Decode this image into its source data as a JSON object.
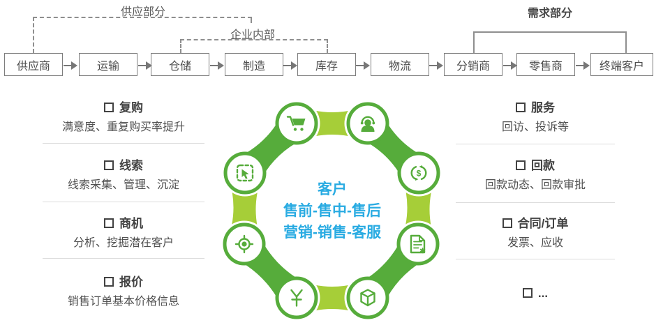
{
  "colors": {
    "dark_green": "#56ac3b",
    "light_green": "#a6ce38",
    "center_blue": "#29abe2"
  },
  "flow": {
    "supply_label": "供应部分",
    "internal_label": "企业内部",
    "demand_label": "需求部分",
    "steps": [
      "供应商",
      "运输",
      "仓储",
      "制造",
      "库存",
      "物流",
      "分销商",
      "零售商",
      "终端客户"
    ]
  },
  "left_features": [
    {
      "title": "复购",
      "desc": "满意度、重复购买率提升"
    },
    {
      "title": "线索",
      "desc": "线索采集、管理、沉淀"
    },
    {
      "title": "商机",
      "desc": "分析、挖掘潜在客户"
    },
    {
      "title": "报价",
      "desc": "销售订单基本价格信息"
    }
  ],
  "right_features": [
    {
      "title": "服务",
      "desc": "回访、投诉等"
    },
    {
      "title": "回款",
      "desc": "回款动态、回款审批"
    },
    {
      "title": "合同/订单",
      "desc": "发票、应收"
    },
    {
      "title": "...",
      "desc": ""
    }
  ],
  "center": {
    "line1": "客户",
    "line2": "售前-售中-售后",
    "line3": "营销-销售-客服"
  },
  "flower_icons": [
    "shopping-cart",
    "customer-service",
    "currency-exchange",
    "invoice",
    "cube",
    "yen",
    "target",
    "select-cursor"
  ]
}
